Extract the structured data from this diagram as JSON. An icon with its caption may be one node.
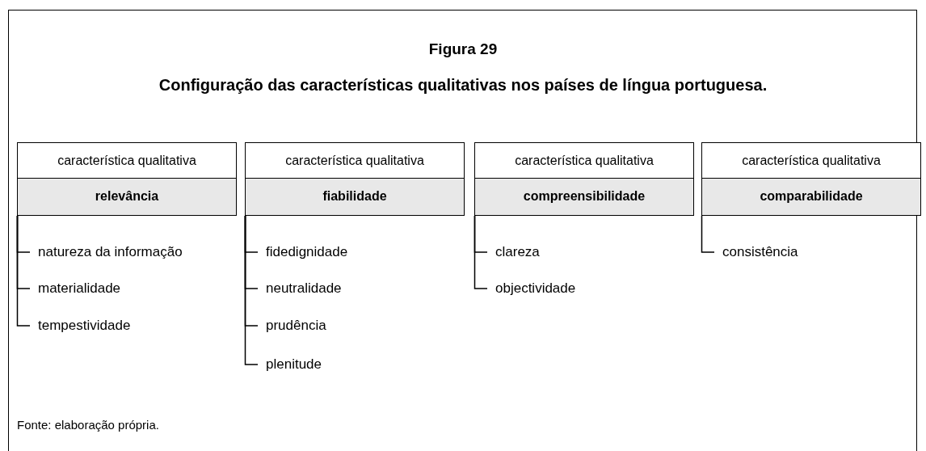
{
  "diagram": {
    "title": "Configuração das características qualitativas nos países de língua portuguesa.",
    "caption": "Fonte: elaboração própria.",
    "labels": [
      "Figura 29"
    ],
    "nodes": [
      {
        "text": [
          "característica qualitativa",
          "relevância"
        ]
      },
      {
        "text": [
          "natureza da informação"
        ]
      },
      {
        "text": [
          "materialidade"
        ]
      },
      {
        "text": [
          "tempestividade"
        ]
      },
      {
        "text": [
          "característica qualitativa",
          "fiabilidade"
        ]
      },
      {
        "text": [
          "fidedignidade"
        ]
      },
      {
        "text": [
          "neutralidade"
        ]
      },
      {
        "text": [
          "prudência"
        ]
      },
      {
        "text": [
          "plenitude"
        ]
      },
      {
        "text": [
          "característica qualitativa",
          "compreensibilidade"
        ]
      },
      {
        "text": [
          "clareza"
        ]
      },
      {
        "text": [
          "objectividade"
        ]
      },
      {
        "text": [
          "característica qualitativa",
          "comparabilidade"
        ]
      },
      {
        "text": [
          "consistência"
        ]
      }
    ],
    "edges": [
      {
        "from": 0,
        "to": 1,
        "arrow": "none"
      },
      {
        "from": 0,
        "to": 2,
        "arrow": "none"
      },
      {
        "from": 0,
        "to": 3,
        "arrow": "none"
      },
      {
        "from": 4,
        "to": 5,
        "arrow": "none"
      },
      {
        "from": 4,
        "to": 6,
        "arrow": "none"
      },
      {
        "from": 4,
        "to": 7,
        "arrow": "none"
      },
      {
        "from": 4,
        "to": 8,
        "arrow": "none"
      },
      {
        "from": 9,
        "to": 10,
        "arrow": "none"
      },
      {
        "from": 9,
        "to": 11,
        "arrow": "none"
      },
      {
        "from": 12,
        "to": 13,
        "arrow": "none"
      }
    ]
  }
}
